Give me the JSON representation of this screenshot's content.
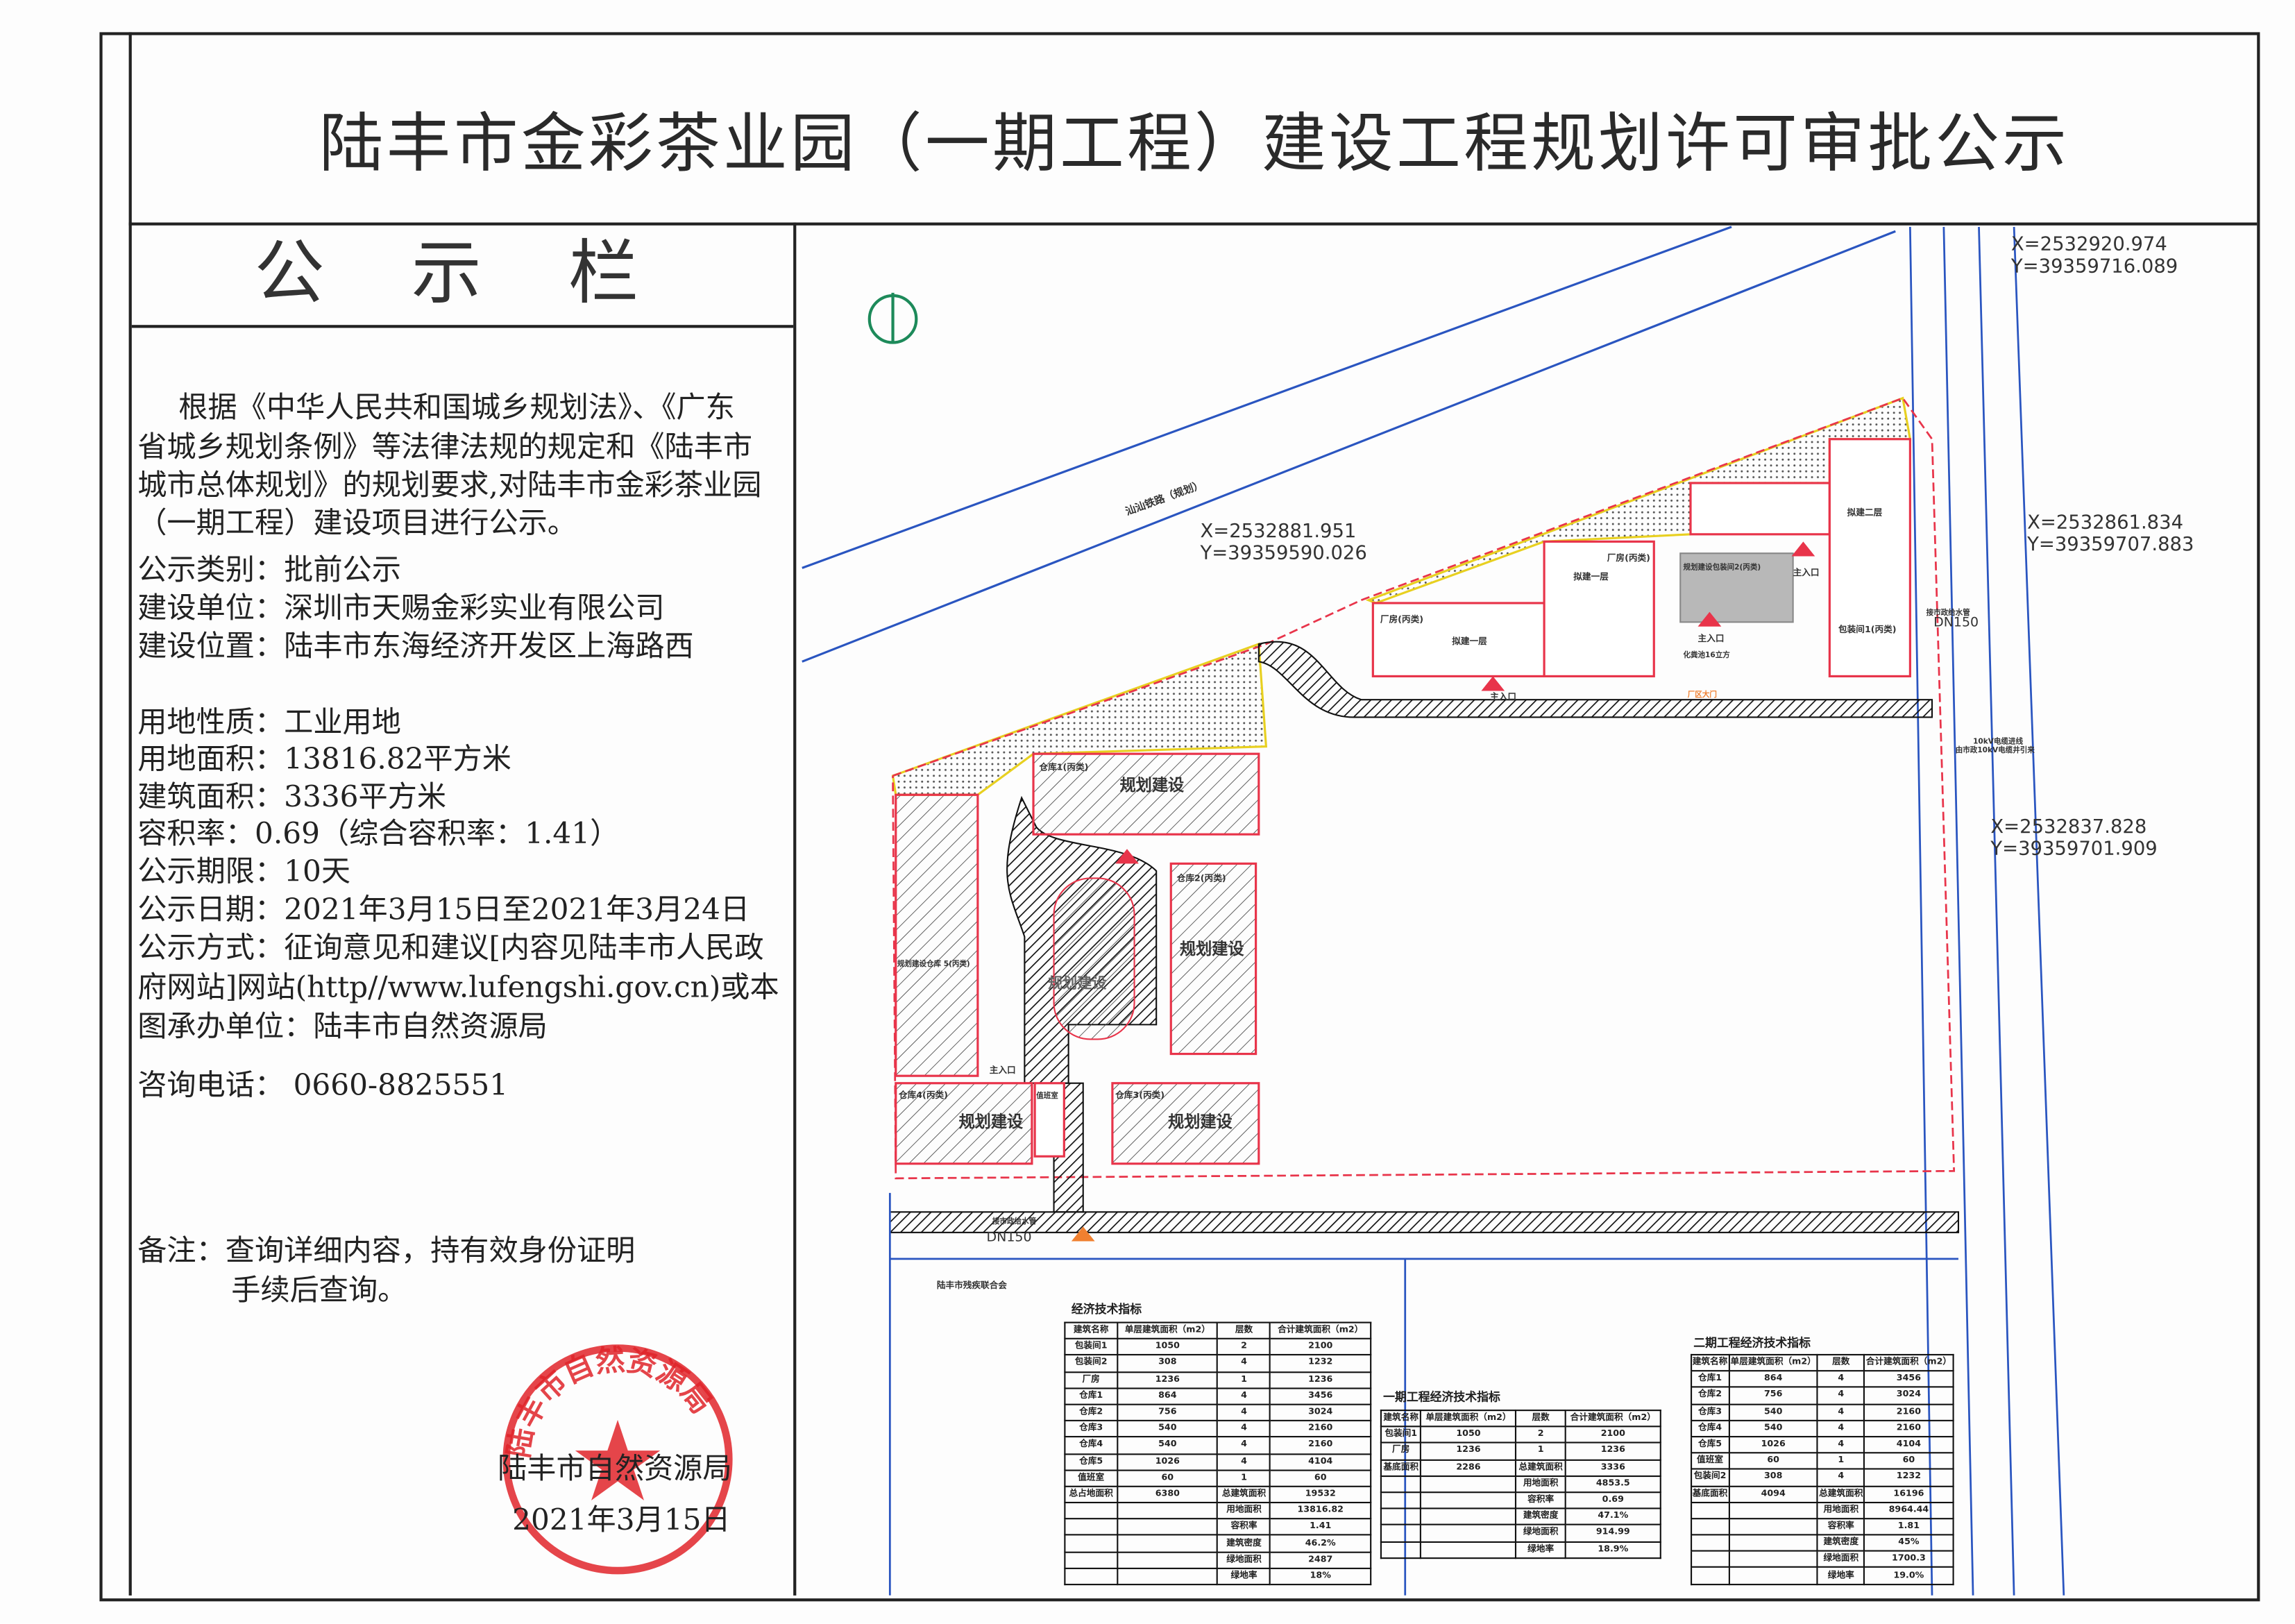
{
  "title": "陆丰市金彩茶业园（一期工程）建设工程规划许可审批公示",
  "board_header": "公 示 栏",
  "notice": {
    "intro_lines": [
      "根据《中华人民共和国城乡规划法》、《广东",
      "省城乡规划条例》等法律法规的规定和《陆丰市",
      "城市总体规划》的规划要求,对陆丰市金彩茶业园",
      "（一期工程）建设项目进行公示。"
    ],
    "category": "公示类别：批前公示",
    "developer": "建设单位：深圳市天赐金彩实业有限公司",
    "location": "建设位置：陆丰市东海经济开发区上海路西",
    "land_use": "用地性质：工业用地",
    "land_area": "用地面积：13816.82平方米",
    "building_area": "建筑面积：3336平方米",
    "far": "容积率：0.69（综合容积率：1.41）",
    "period": "公示期限：10天",
    "dates": "公示日期：2021年3月15日至2021年3月24日",
    "method_lines": [
      "公示方式：征询意见和建议[内容见陆丰市人民政",
      "府网站]网站(http//www.lufengshi.gov.cn)或本",
      "图承办单位：陆丰市自然资源局"
    ],
    "phone": "咨询电话：  0660-8825551",
    "remark_lines": [
      "备注：查询详细内容，持有效身份证明",
      "手续后查询。"
    ],
    "issuer": "陆丰市自然资源局",
    "issue_date": "2021年3月15日",
    "stamp_text": "陆丰市自然资源局"
  },
  "plan": {
    "coords": [
      {
        "x": "X=2532920.974",
        "y": "Y=39359716.089"
      },
      {
        "x": "X=2532881.951",
        "y": "Y=39359590.026"
      },
      {
        "x": "X=2532861.834",
        "y": "Y=39359707.883"
      },
      {
        "x": "X=2532837.828",
        "y": "Y=39359701.909"
      }
    ],
    "road_name": "汕汕铁路（规划）",
    "labels": {
      "wh1": "仓库1(丙类)",
      "wh2": "仓库2(丙类)",
      "wh3": "仓库3(丙类)",
      "wh4": "仓库4(丙类)",
      "wh5": "规划建设仓库 5(丙类)",
      "duty": "值班室",
      "planned": "规划建设",
      "factory": "厂房(丙类)",
      "factory_note": "拟建一层",
      "pack1": "包装间1(丙类)",
      "pack2": "规划建设包装间2(丙类)",
      "two_storey": "拟建二层",
      "entrance": "主入口",
      "septic": "化粪池16立方",
      "gate": "厂区大门",
      "water_pipe": "接市政给水管",
      "dn": "DN150",
      "neighbor": "陆丰市残疾联合会",
      "cable": "10kV电缆进线",
      "cable_src": "由市政10kV电缆井引来"
    }
  },
  "tables": [
    {
      "title": "经济技术指标",
      "header": [
        "建筑名称",
        "单层建筑面积（m2）",
        "层数",
        "合计建筑面积（m2）"
      ],
      "rows": [
        [
          "包装间1",
          "1050",
          "2",
          "2100"
        ],
        [
          "包装间2",
          "308",
          "4",
          "1232"
        ],
        [
          "厂房",
          "1236",
          "1",
          "1236"
        ],
        [
          "仓库1",
          "864",
          "4",
          "3456"
        ],
        [
          "仓库2",
          "756",
          "4",
          "3024"
        ],
        [
          "仓库3",
          "540",
          "4",
          "2160"
        ],
        [
          "仓库4",
          "540",
          "4",
          "2160"
        ],
        [
          "仓库5",
          "1026",
          "4",
          "4104"
        ],
        [
          "值班室",
          "60",
          "1",
          "60"
        ],
        [
          "总占地面积",
          "6380",
          "总建筑面积",
          "19532"
        ],
        [
          "",
          "",
          "用地面积",
          "13816.82"
        ],
        [
          "",
          "",
          "容积率",
          "1.41"
        ],
        [
          "",
          "",
          "建筑密度",
          "46.2%"
        ],
        [
          "",
          "",
          "绿地面积",
          "2487"
        ],
        [
          "",
          "",
          "绿地率",
          "18%"
        ]
      ]
    },
    {
      "title": "一期工程经济技术指标",
      "header": [
        "建筑名称",
        "单层建筑面积（m2）",
        "层数",
        "合计建筑面积（m2）"
      ],
      "rows": [
        [
          "包装间1",
          "1050",
          "2",
          "2100"
        ],
        [
          "厂房",
          "1236",
          "1",
          "1236"
        ],
        [
          "基底面积",
          "2286",
          "总建筑面积",
          "3336"
        ],
        [
          "",
          "",
          "用地面积",
          "4853.5"
        ],
        [
          "",
          "",
          "容积率",
          "0.69"
        ],
        [
          "",
          "",
          "建筑密度",
          "47.1%"
        ],
        [
          "",
          "",
          "绿地面积",
          "914.99"
        ],
        [
          "",
          "",
          "绿地率",
          "18.9%"
        ]
      ]
    },
    {
      "title": "二期工程经济技术指标",
      "header": [
        "建筑名称",
        "单层建筑面积（m2）",
        "层数",
        "合计建筑面积（m2）"
      ],
      "rows": [
        [
          "仓库1",
          "864",
          "4",
          "3456"
        ],
        [
          "仓库2",
          "756",
          "4",
          "3024"
        ],
        [
          "仓库3",
          "540",
          "4",
          "2160"
        ],
        [
          "仓库4",
          "540",
          "4",
          "2160"
        ],
        [
          "仓库5",
          "1026",
          "4",
          "4104"
        ],
        [
          "值班室",
          "60",
          "1",
          "60"
        ],
        [
          "包装间2",
          "308",
          "4",
          "1232"
        ],
        [
          "基底面积",
          "4094",
          "总建筑面积",
          "16196"
        ],
        [
          "",
          "",
          "用地面积",
          "8964.44"
        ],
        [
          "",
          "",
          "容积率",
          "1.81"
        ],
        [
          "",
          "",
          "建筑密度",
          "45%"
        ],
        [
          "",
          "",
          "绿地面积",
          "1700.3"
        ],
        [
          "",
          "",
          "绿地率",
          "19.0%"
        ]
      ]
    }
  ],
  "colors": {
    "stamp": "#e0242a",
    "road": "#2a55c0",
    "boundary": "#e8344a",
    "dim": "#1d8a5a"
  }
}
